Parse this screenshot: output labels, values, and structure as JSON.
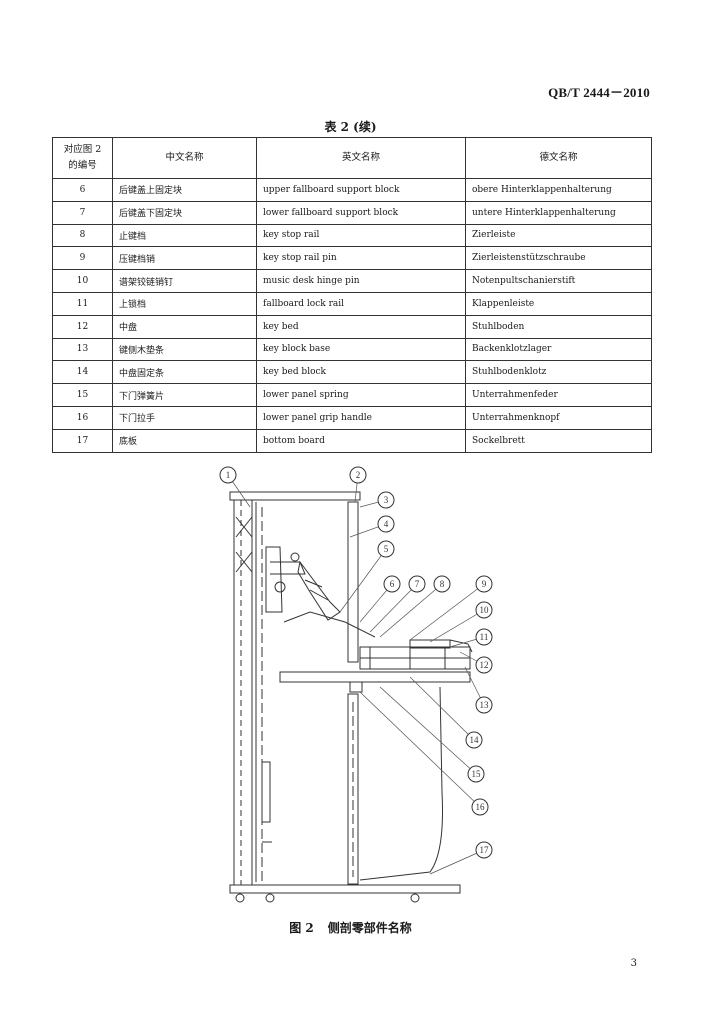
{
  "header": {
    "standard_code": "QB/T  2444－2010"
  },
  "table": {
    "caption": "表 2 (续)",
    "headers": [
      "对应图 2 的编号",
      "中文名称",
      "英文名称",
      "德文名称"
    ],
    "rows": [
      [
        "6",
        "后键盖上固定块",
        "upper fallboard support block",
        "obere Hinterklappenhalterung"
      ],
      [
        "7",
        "后键盖下固定块",
        "lower fallboard support block",
        "untere Hinterklappenhalterung"
      ],
      [
        "8",
        "止键档",
        "key stop rail",
        "Zierleiste"
      ],
      [
        "9",
        "压键档销",
        "key stop rail pin",
        "Zierleistenstützschraube"
      ],
      [
        "10",
        "谱架铰链销钉",
        "music desk hinge pin",
        "Notenpultschanierstift"
      ],
      [
        "11",
        "上锁档",
        "fallboard lock rail",
        "Klappenleiste"
      ],
      [
        "12",
        "中盘",
        "key bed",
        "Stuhlboden"
      ],
      [
        "13",
        "键侧木垫条",
        "key block base",
        "Backenklotzlager"
      ],
      [
        "14",
        "中盘固定条",
        "key bed block",
        "Stuhlbodenklotz"
      ],
      [
        "15",
        "下门弹簧片",
        "lower panel spring",
        "Unterrahmenfeder"
      ],
      [
        "16",
        "下门拉手",
        "lower panel grip handle",
        "Unterrahmenknopf"
      ],
      [
        "17",
        "底板",
        "bottom board",
        "Sockelbrett"
      ]
    ]
  },
  "figure": {
    "callouts": [
      "1",
      "2",
      "3",
      "4",
      "5",
      "6",
      "7",
      "8",
      "9",
      "10",
      "11",
      "12",
      "13",
      "14",
      "15",
      "16",
      "17"
    ],
    "caption_number": "图 2",
    "caption_text": "侧剖零部件名称"
  },
  "footer": {
    "page_number": "3"
  }
}
